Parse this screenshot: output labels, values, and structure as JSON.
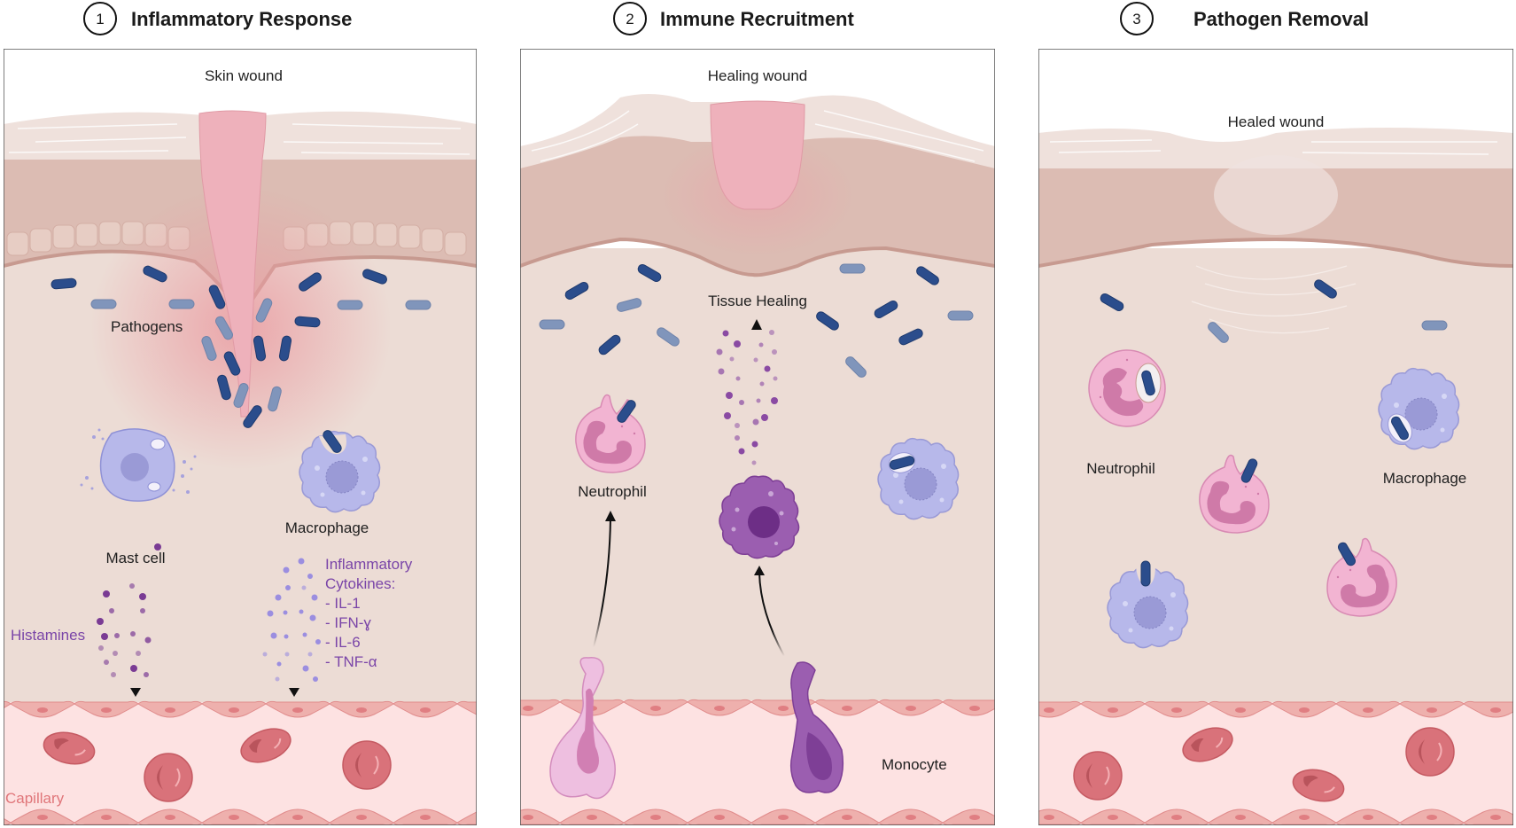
{
  "figure": {
    "panels": [
      {
        "number": "1",
        "title": "Inflammatory Response",
        "wound_label": "Skin wound",
        "labels": {
          "pathogens": "Pathogens",
          "mast_cell": "Mast cell",
          "macrophage": "Macrophage",
          "histamines": "Histamines",
          "cytokines_heading_1": "Inflammatory",
          "cytokines_heading_2": "Cytokines:",
          "cytokines": [
            "- IL-1",
            "- IFN-ɣ",
            "- IL-6",
            "- TNF-α"
          ],
          "capillary": "Capillary"
        }
      },
      {
        "number": "2",
        "title": "Immune Recruitment",
        "wound_label": "Healing wound",
        "labels": {
          "tissue_healing": "Tissue Healing",
          "neutrophil": "Neutrophil",
          "monocyte": "Monocyte"
        }
      },
      {
        "number": "3",
        "title": "Pathogen Removal",
        "wound_label": "Healed wound",
        "labels": {
          "neutrophil": "Neutrophil",
          "macrophage": "Macrophage"
        }
      }
    ],
    "colors": {
      "dermis": "#ecdcd5",
      "stratum_corneum": "#efe1dc",
      "epidermis": "#dcbcb3",
      "basal_line": "#c79a90",
      "wound": "#eeb1bb",
      "pathogen_dark": "#2b4d8c",
      "pathogen_light": "#8095bb",
      "capillary": "#fde2e2",
      "endothelium": "#eeb0ad",
      "rbc": "#d9727a",
      "neutrophil": "#f2b4d2",
      "neutrophil_nucleus": "#cf7aa8",
      "macrophage": "#b7b8ea",
      "macrophage_nucleus": "#9a9ad6",
      "monocyte": "#9b5eb0",
      "histamine": "#7a3b94",
      "cytokine": "#9b8ee0"
    }
  }
}
